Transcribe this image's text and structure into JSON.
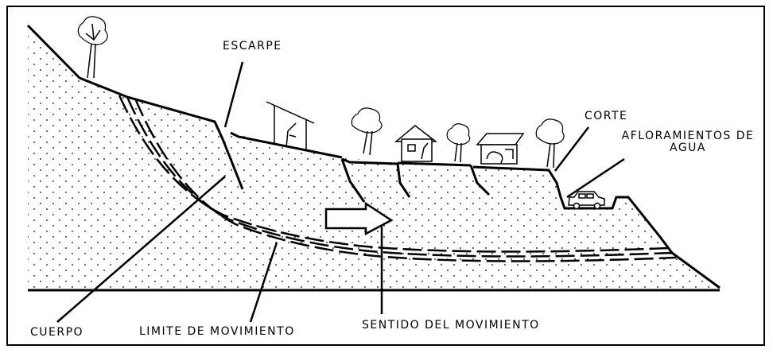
{
  "labels": {
    "escarpe": "ESCARPE",
    "corte": "CORTE",
    "afloramientos_line1": "AFLORAMIENTOS DE",
    "afloramientos_line2": "AGUA",
    "cuerpo": "CUERPO",
    "limite": "LIMITE DE MOVIMIENTO",
    "sentido": "SENTIDO DEL MOVIMIENTO"
  },
  "colors": {
    "ink": "#000000",
    "background": "#ffffff"
  }
}
